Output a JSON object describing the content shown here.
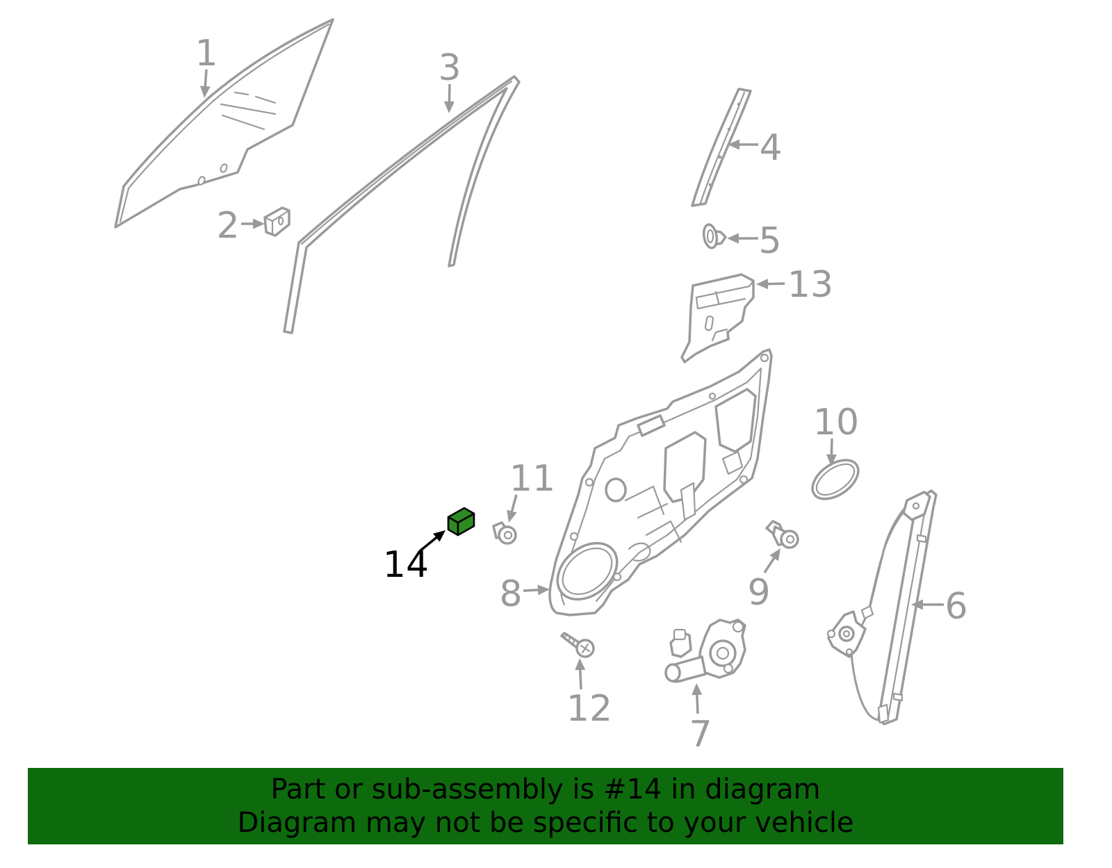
{
  "diagram": {
    "callouts": [
      "1",
      "2",
      "3",
      "4",
      "5",
      "6",
      "7",
      "8",
      "9",
      "10",
      "11",
      "12",
      "13",
      "14"
    ],
    "colors": {
      "line": "#9a9a9a",
      "highlight_text": "#000000",
      "highlight_part": "#2e8b22"
    }
  },
  "banner": {
    "line1": "Part or sub-assembly is #14 in diagram",
    "line2": "Diagram may not be specific to your vehicle",
    "background": "#0d6b0d",
    "text_color": "#000000"
  }
}
